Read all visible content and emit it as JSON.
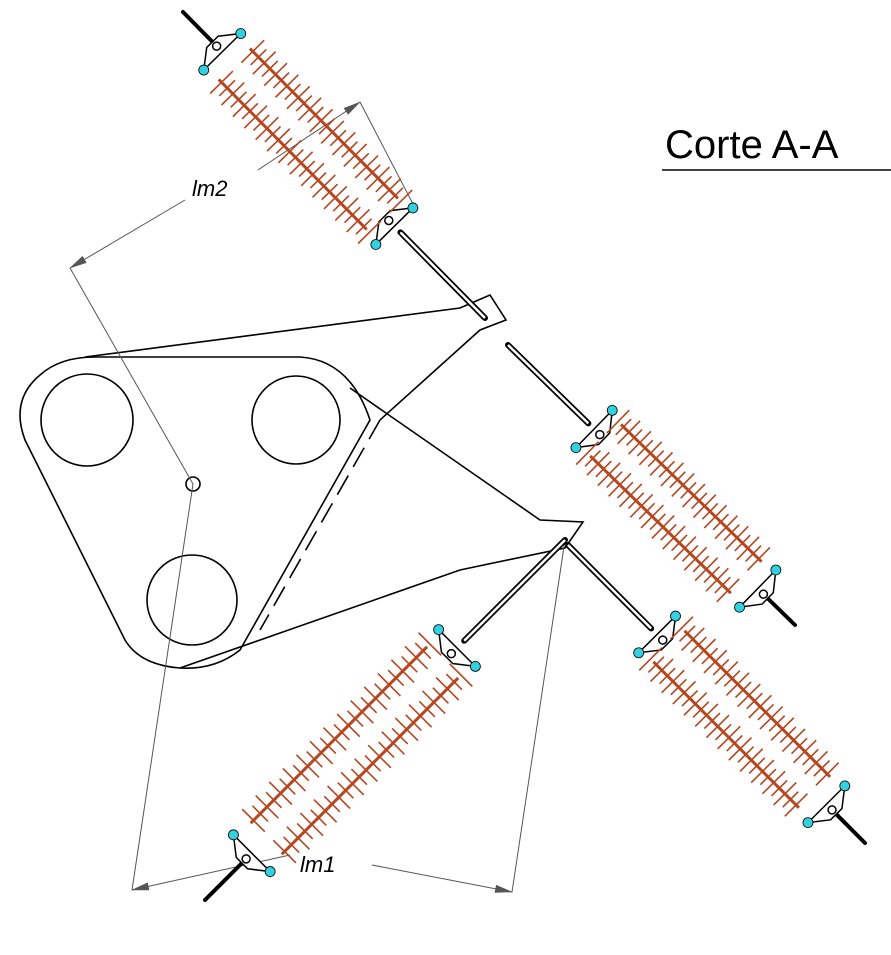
{
  "title": "Corte A-A",
  "dimensions": {
    "lm1": "lm1",
    "lm2": "lm2"
  },
  "colors": {
    "shed": "#b5461f",
    "fitting": "#33d1e0",
    "line": "#000000",
    "dim": "#555555"
  }
}
